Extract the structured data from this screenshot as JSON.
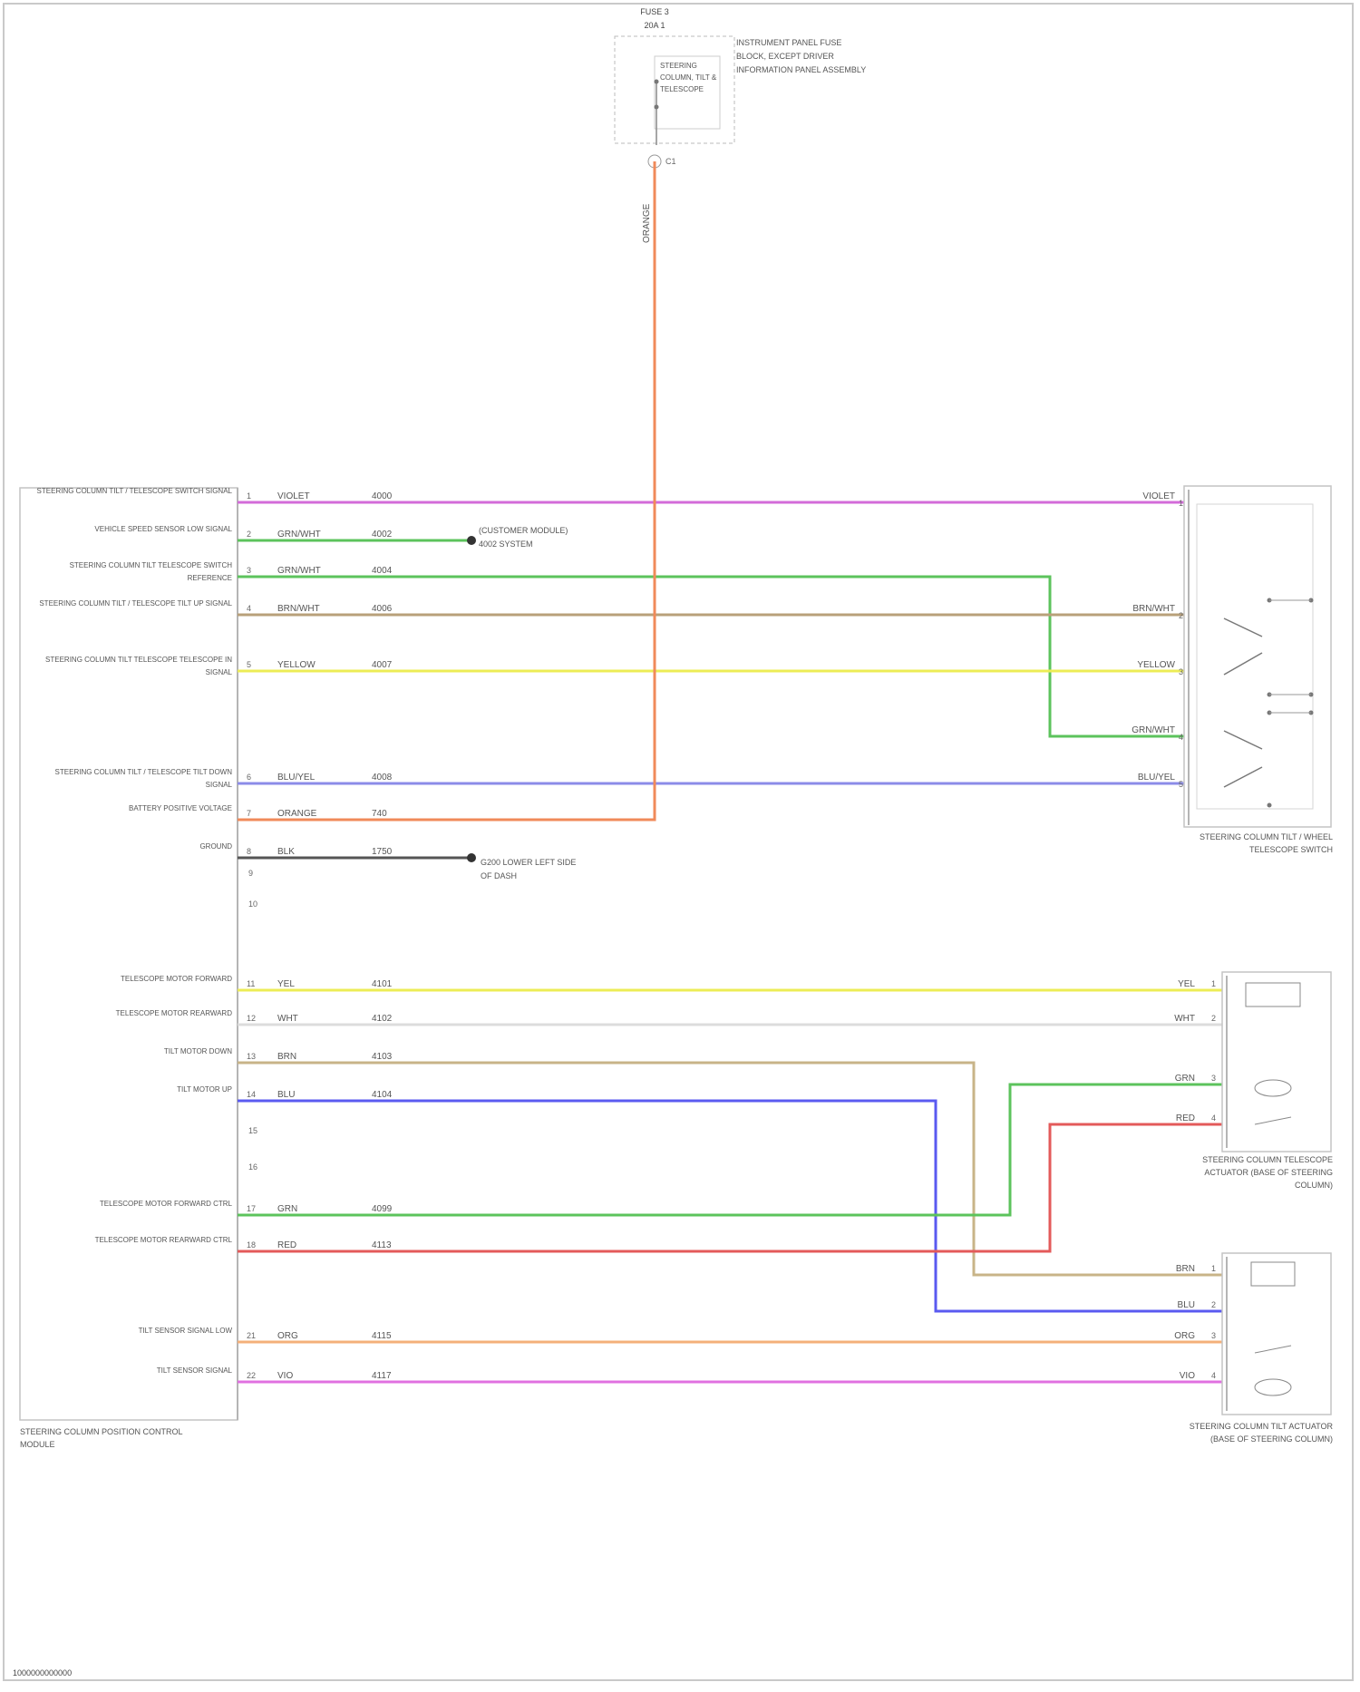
{
  "diagram": {
    "figure_id": "1000000000000",
    "fuse_block": {
      "top_label": "FUSE 3",
      "sub_label": "20A 1",
      "internal_label": "STEERING COLUMN, TILT & TELESCOPE",
      "side_note": "INSTRUMENT PANEL FUSE BLOCK, EXCEPT DRIVER INFORMATION PANEL ASSEMBLY",
      "wire_color": "ORANGE",
      "pin": "C1"
    },
    "module": {
      "name": "STEERING COLUMN POSITION CONTROL MODULE",
      "pins": [
        {
          "label": "STEERING COLUMN TILT / TELESCOPE SWITCH SIGNAL",
          "pin": "1",
          "color": "VIOLET",
          "circuit": "4000"
        },
        {
          "label": "VEHICLE SPEED SENSOR LOW SIGNAL",
          "pin": "2",
          "color": "GRN/WHT",
          "circuit": "4002"
        },
        {
          "label": "STEERING COLUMN TILT TELESCOPE SWITCH REFERENCE",
          "pin": "3",
          "color": "GRN/WHT",
          "circuit": "4004"
        },
        {
          "label": "STEERING COLUMN TILT / TELESCOPE TILT UP SIGNAL",
          "pin": "4",
          "color": "BRN/WHT",
          "circuit": "4006"
        },
        {
          "label": "STEERING COLUMN TILT TELESCOPE TELESCOPE IN SIGNAL",
          "pin": "5",
          "color": "YELLOW",
          "circuit": "4007"
        },
        {
          "label": "STEERING COLUMN TILT / TELESCOPE TILT DOWN SIGNAL",
          "pin": "6",
          "color": "BLU/YEL",
          "circuit": "4008"
        },
        {
          "label": "BATTERY POSITIVE VOLTAGE",
          "pin": "7",
          "color": "ORANGE",
          "circuit": "740"
        },
        {
          "label": "GROUND",
          "pin": "8",
          "color": "BLK",
          "circuit": "1750"
        },
        {
          "label": "TELESCOPE MOTOR FORWARD",
          "pin": "11",
          "color": "YEL",
          "circuit": "4101"
        },
        {
          "label": "TELESCOPE MOTOR REARWARD",
          "pin": "12",
          "color": "WHT",
          "circuit": "4102"
        },
        {
          "label": "TILT MOTOR DOWN",
          "pin": "13",
          "color": "BRN",
          "circuit": "4103"
        },
        {
          "label": "TILT MOTOR UP",
          "pin": "14",
          "color": "BLU",
          "circuit": "4104"
        },
        {
          "label": "TELESCOPE MOTOR FORWARD CTRL",
          "pin": "17",
          "color": "GRN",
          "circuit": "4099"
        },
        {
          "label": "TELESCOPE MOTOR REARWARD CTRL",
          "pin": "18",
          "color": "RED",
          "circuit": "4113"
        },
        {
          "label": "TILT SENSOR SIGNAL LOW",
          "pin": "21",
          "color": "ORG",
          "circuit": "4115"
        },
        {
          "label": "TILT SENSOR SIGNAL",
          "pin": "22",
          "color": "VIO",
          "circuit": "4117"
        }
      ],
      "extra_pins": [
        "9",
        "10",
        "15",
        "16"
      ]
    },
    "ground_note": "G200 LOWER LEFT SIDE OF DASH",
    "vss_note": "(CUSTOMER MODULE) 4002 SYSTEM",
    "switch": {
      "name": "STEERING COLUMN TILT / WHEEL TELESCOPE SWITCH",
      "pins": [
        {
          "label": "VIOLET",
          "pin": "1"
        },
        {
          "label": "BRN/WHT",
          "pin": "2"
        },
        {
          "label": "YELLOW",
          "pin": "3"
        },
        {
          "label": "GRN/WHT",
          "pin": "4"
        },
        {
          "label": "BLU/YEL",
          "pin": "5"
        }
      ]
    },
    "telescope_actuator": {
      "name": "STEERING COLUMN TELESCOPE ACTUATOR (BASE OF STEERING COLUMN)",
      "pins": [
        {
          "label": "YEL",
          "pin": "1"
        },
        {
          "label": "WHT",
          "pin": "2"
        },
        {
          "label": "GRN",
          "pin": "3"
        },
        {
          "label": "RED",
          "pin": "4"
        }
      ]
    },
    "tilt_actuator": {
      "name": "STEERING COLUMN TILT ACTUATOR (BASE OF STEERING COLUMN)",
      "pins": [
        {
          "label": "BRN",
          "pin": "1"
        },
        {
          "label": "BLU",
          "pin": "2"
        },
        {
          "label": "ORG",
          "pin": "3"
        },
        {
          "label": "VIO",
          "pin": "4"
        }
      ]
    },
    "wire_colors": {
      "violet": "#d36bd9",
      "green": "#5cc35c",
      "brown": "#b8a07a",
      "yellow": "#ecec56",
      "blue_yellow": "#8c8ce8",
      "orange": "#f08a5a",
      "black": "#555555",
      "white": "#dcdcdc",
      "tan": "#c8b488",
      "blue": "#5a5af0",
      "red": "#e35a5a",
      "light_orange": "#f4b07a",
      "magenta": "#e070e0"
    }
  }
}
